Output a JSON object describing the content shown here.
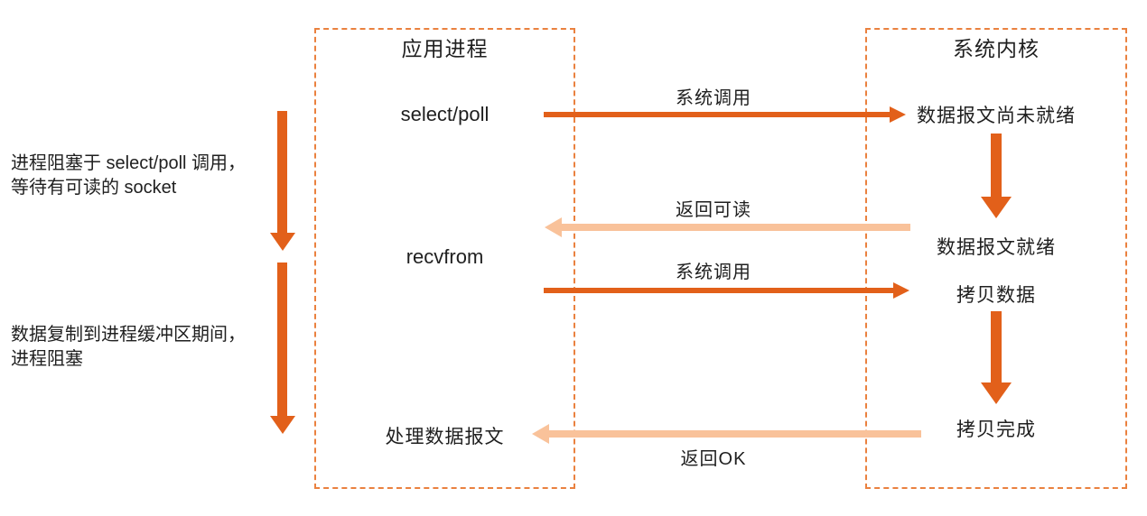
{
  "colors": {
    "dark_orange": "#E2601A",
    "light_orange": "#F9C29A",
    "box_border": "#EA813F",
    "text": "#1F1F1F"
  },
  "left_annotations": {
    "select_block": {
      "line1": "进程阻塞于 select/poll 调用，",
      "line2": "等待有可读的 socket"
    },
    "copy_block": {
      "line1": "数据复制到进程缓冲区期间，",
      "line2": "进程阻塞"
    }
  },
  "app_box": {
    "title": "应用进程",
    "select_poll": "select/poll",
    "recvfrom": "recvfrom",
    "handle_datagram": "处理数据报文"
  },
  "kernel_box": {
    "title": "系统内核",
    "not_ready": "数据报文尚未就绪",
    "ready": "数据报文就绪",
    "copy_data": "拷贝数据",
    "copy_done": "拷贝完成"
  },
  "flow_labels": {
    "syscall_first": "系统调用",
    "return_readable": "返回可读",
    "syscall_second": "系统调用",
    "return_ok": "返回OK"
  }
}
